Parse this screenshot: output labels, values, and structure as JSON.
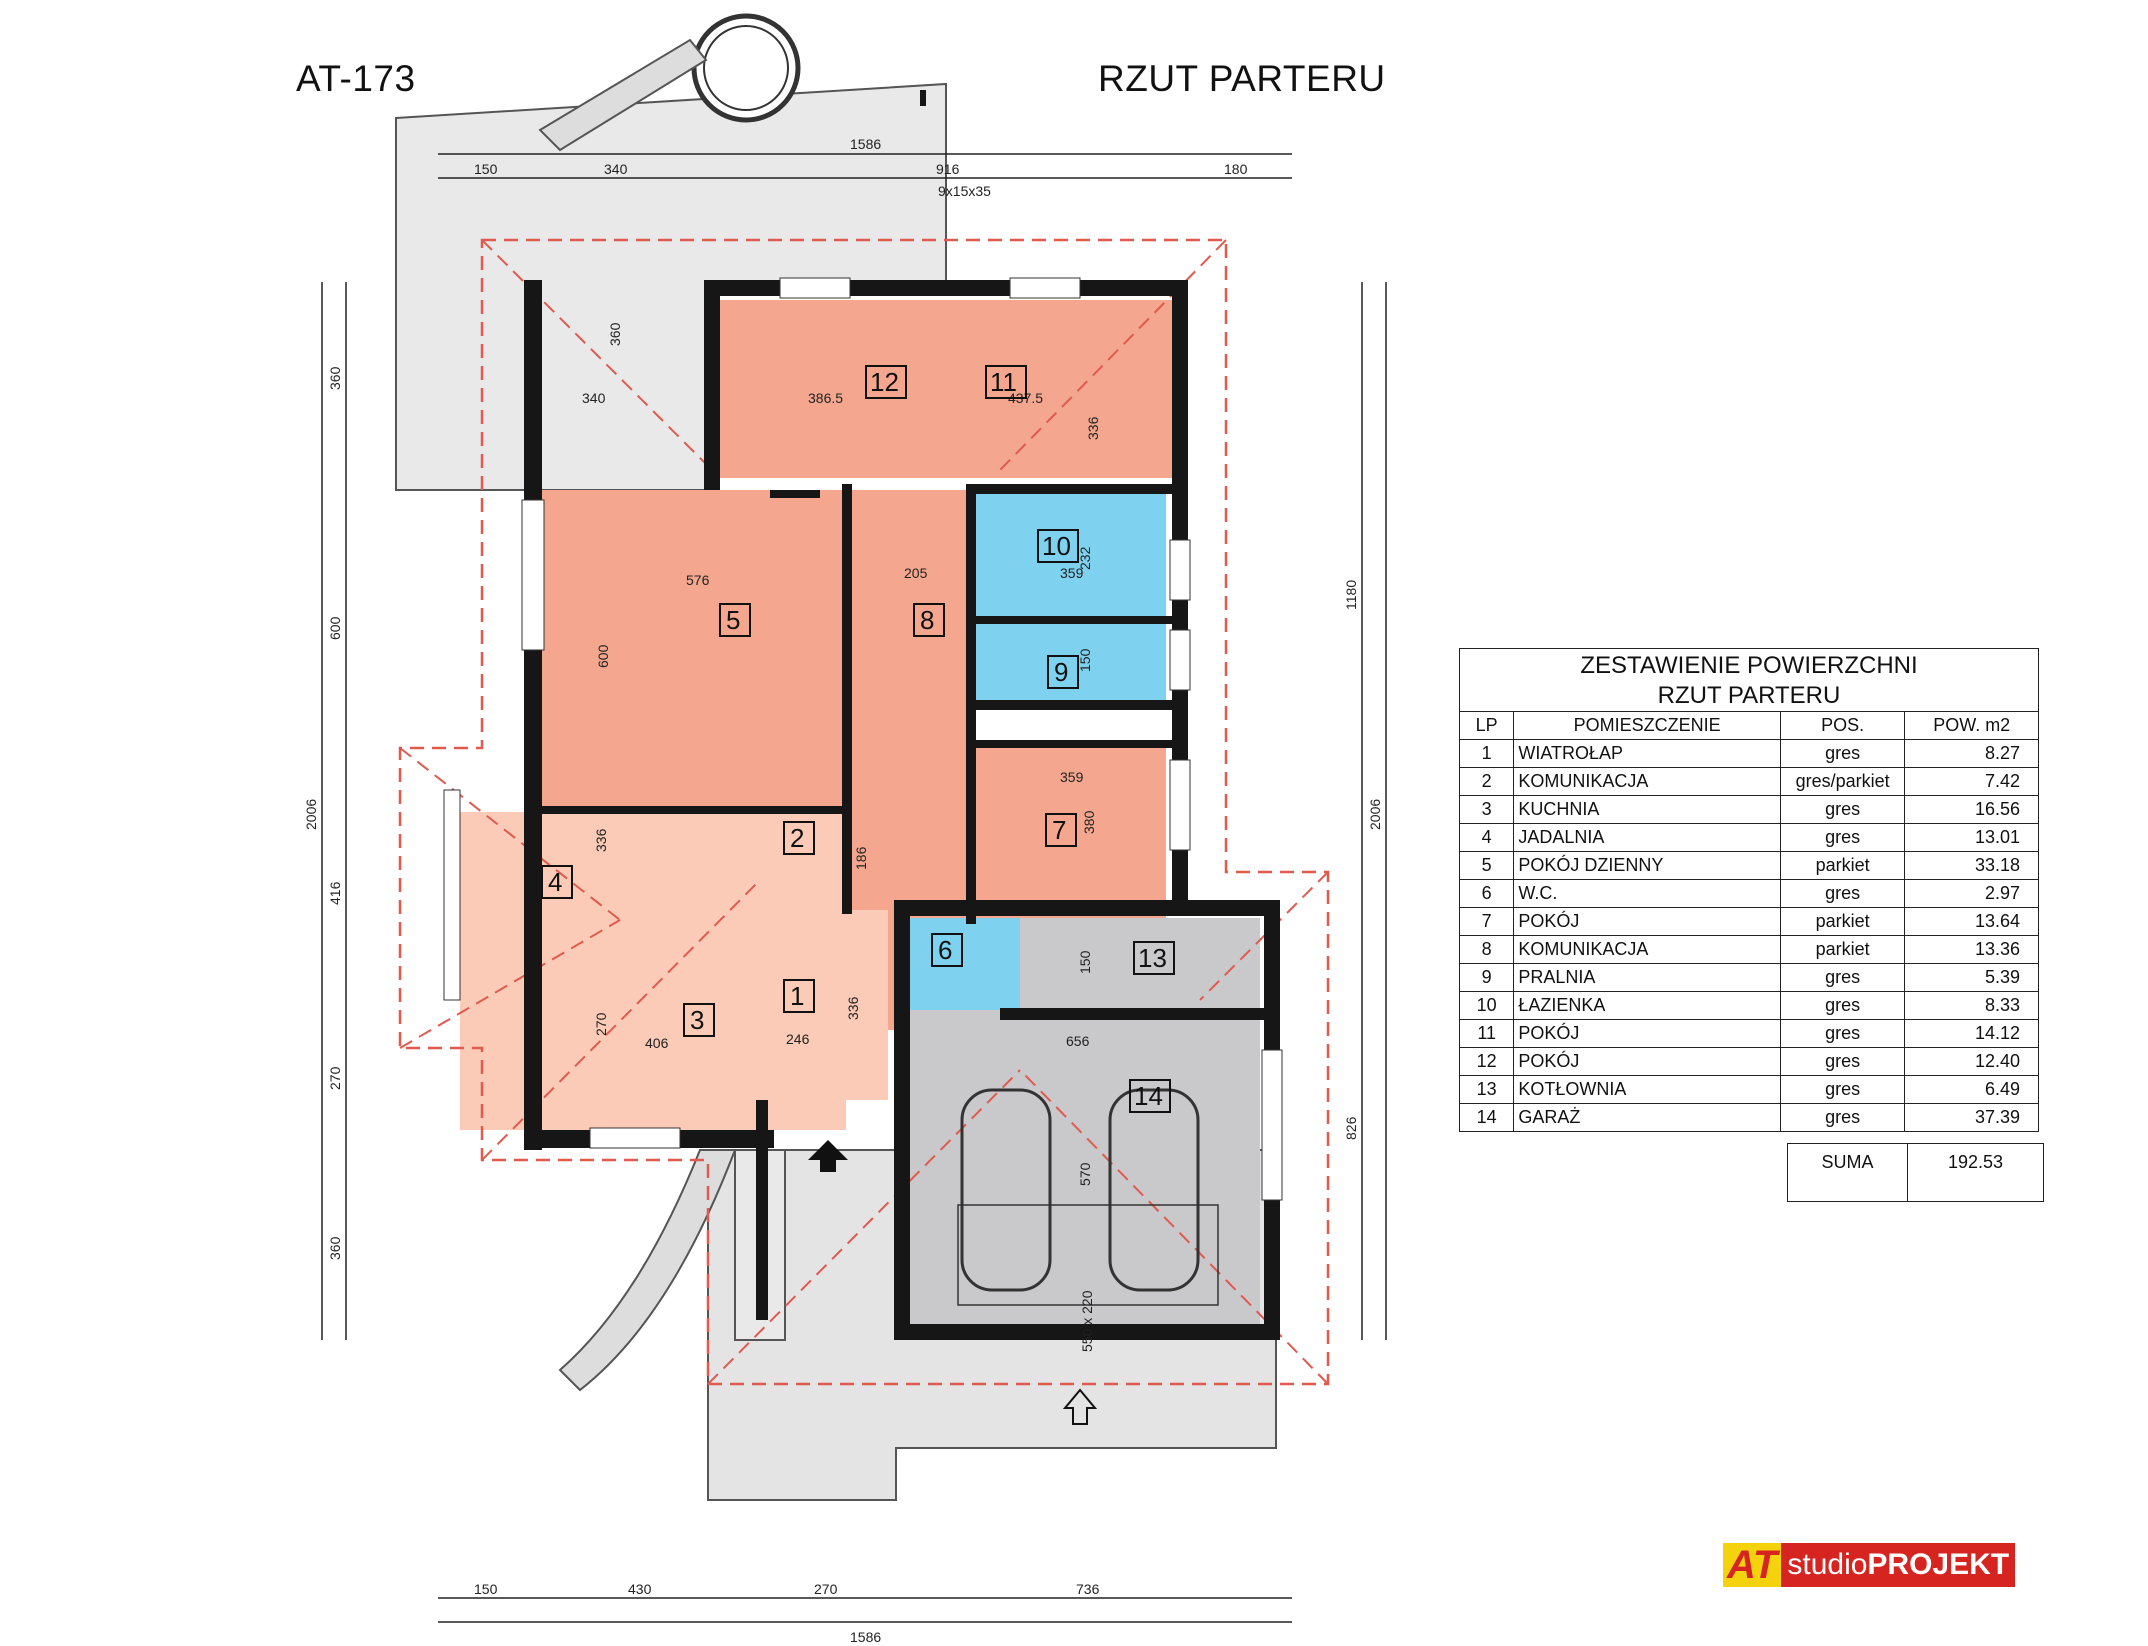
{
  "header": {
    "code": "AT-173",
    "plan_title": "RZUT PARTERU"
  },
  "dims": {
    "top_total": "1586",
    "top_1": "150",
    "top_2": "340",
    "top_3": "916",
    "top_4": "180",
    "bottom_total": "1586",
    "bottom_1": "150",
    "bottom_2": "430",
    "bottom_3": "270",
    "bottom_4": "736",
    "left_total": "2006",
    "left_1": "360",
    "left_2": "600",
    "left_3": "416",
    "left_4": "270",
    "left_5": "360",
    "right_total": "2006",
    "right_1": "1180",
    "right_2": "826",
    "terrace_w": "340",
    "terrace_h": "360",
    "r12_w": "386.5",
    "r11_w": "437.5",
    "r11_h": "336",
    "r5_w": "576",
    "r5_h": "600",
    "r8_w": "205",
    "r10_w": "359",
    "r10_h": "232",
    "r9_h": "150",
    "r7_w": "359",
    "r7_h": "380",
    "r2_h": "336",
    "r8_h": "186",
    "r3_w": "406",
    "r3_h": "270",
    "r1_w": "246",
    "r1_h": "336",
    "r13_h": "150",
    "r14_w": "656",
    "r14_h": "570",
    "gate": "550 x 220",
    "stairs": "9x15x35"
  },
  "rooms": [
    "1",
    "2",
    "3",
    "4",
    "5",
    "6",
    "7",
    "8",
    "9",
    "10",
    "11",
    "12",
    "13",
    "14"
  ],
  "table": {
    "title_1": "ZESTAWIENIE POWIERZCHNI",
    "title_2": "RZUT PARTERU",
    "headers": {
      "lp": "LP",
      "name": "POMIESZCZENIE",
      "pos": "POS.",
      "pow": "POW.  m2"
    },
    "rows": [
      {
        "lp": "1",
        "name": "WIATROŁAP",
        "pos": "gres",
        "pow": "8.27"
      },
      {
        "lp": "2",
        "name": "KOMUNIKACJA",
        "pos": "gres/parkiet",
        "pow": "7.42"
      },
      {
        "lp": "3",
        "name": "KUCHNIA",
        "pos": "gres",
        "pow": "16.56"
      },
      {
        "lp": "4",
        "name": "JADALNIA",
        "pos": "gres",
        "pow": "13.01"
      },
      {
        "lp": "5",
        "name": "POKÓJ DZIENNY",
        "pos": "parkiet",
        "pow": "33.18"
      },
      {
        "lp": "6",
        "name": "W.C.",
        "pos": "gres",
        "pow": "2.97"
      },
      {
        "lp": "7",
        "name": "POKÓJ",
        "pos": "parkiet",
        "pow": "13.64"
      },
      {
        "lp": "8",
        "name": "KOMUNIKACJA",
        "pos": "parkiet",
        "pow": "13.36"
      },
      {
        "lp": "9",
        "name": "PRALNIA",
        "pos": "gres",
        "pow": "5.39"
      },
      {
        "lp": "10",
        "name": "ŁAZIENKA",
        "pos": "gres",
        "pow": "8.33"
      },
      {
        "lp": "11",
        "name": "POKÓJ",
        "pos": "gres",
        "pow": "14.12"
      },
      {
        "lp": "12",
        "name": "POKÓJ",
        "pos": "gres",
        "pow": "12.40"
      },
      {
        "lp": "13",
        "name": "KOTŁOWNIA",
        "pos": "gres",
        "pow": "6.49"
      },
      {
        "lp": "14",
        "name": "GARAŻ",
        "pos": "gres",
        "pow": "37.39"
      }
    ],
    "sum_label": "SUMA",
    "sum_value": "192.53"
  },
  "logo": {
    "mark": "AT",
    "studio": "studio",
    "projekt": "PROJEKT"
  },
  "colors": {
    "wall": "#161616",
    "living": "#f4a78e",
    "corridor_light": "#fbcbb7",
    "bath": "#7fd2ef",
    "garage": "#c9c9cb",
    "terrace": "#e9e9ea",
    "roof_outline": "#e05a4e"
  }
}
